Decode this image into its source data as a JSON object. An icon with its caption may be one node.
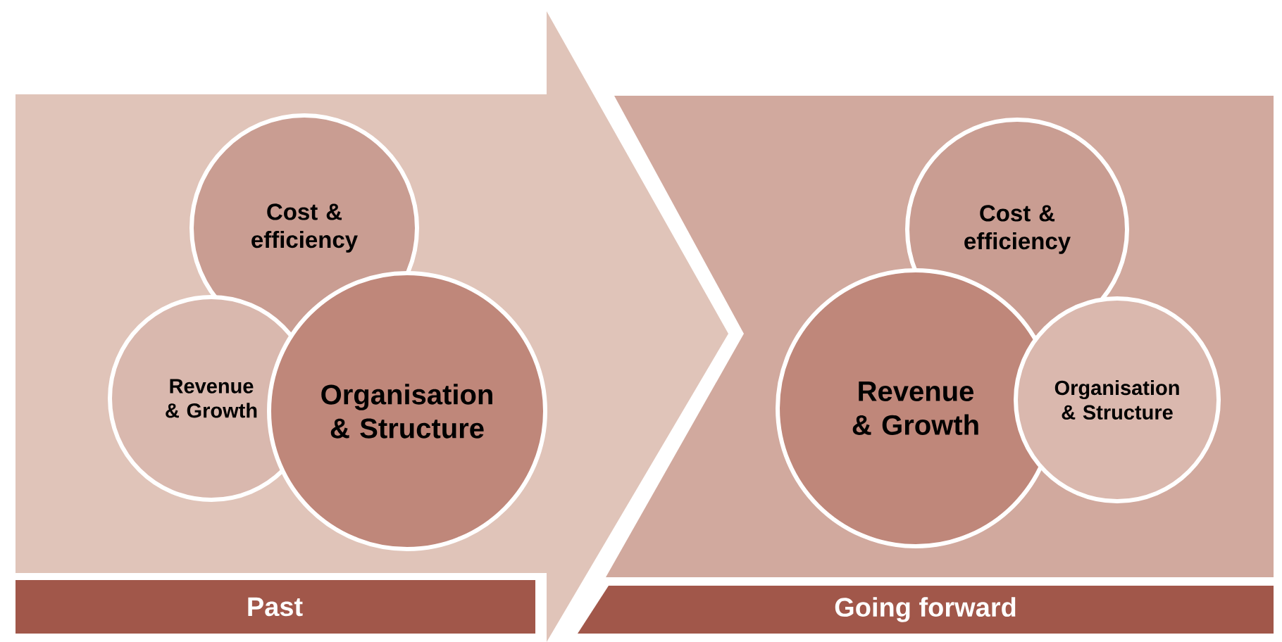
{
  "diagram": {
    "nodes": [
      {
        "text": [],
        "shape": "arrow"
      },
      {
        "text": [
          "Cost & efficiency"
        ],
        "in": 0
      },
      {
        "text": [
          "Revenue & Growth"
        ],
        "in": 0
      },
      {
        "text": [
          "Organisation & Structure"
        ],
        "in": 0
      },
      {
        "text": [],
        "shape": "box"
      },
      {
        "text": [
          "Cost & efficiency"
        ],
        "in": 4
      },
      {
        "text": [
          "Revenue & Growth"
        ],
        "in": 4
      },
      {
        "text": [
          "Organisation & Structure"
        ],
        "in": 4
      },
      {
        "text": [
          "Past"
        ]
      },
      {
        "text": [
          "Going forward"
        ]
      }
    ]
  }
}
